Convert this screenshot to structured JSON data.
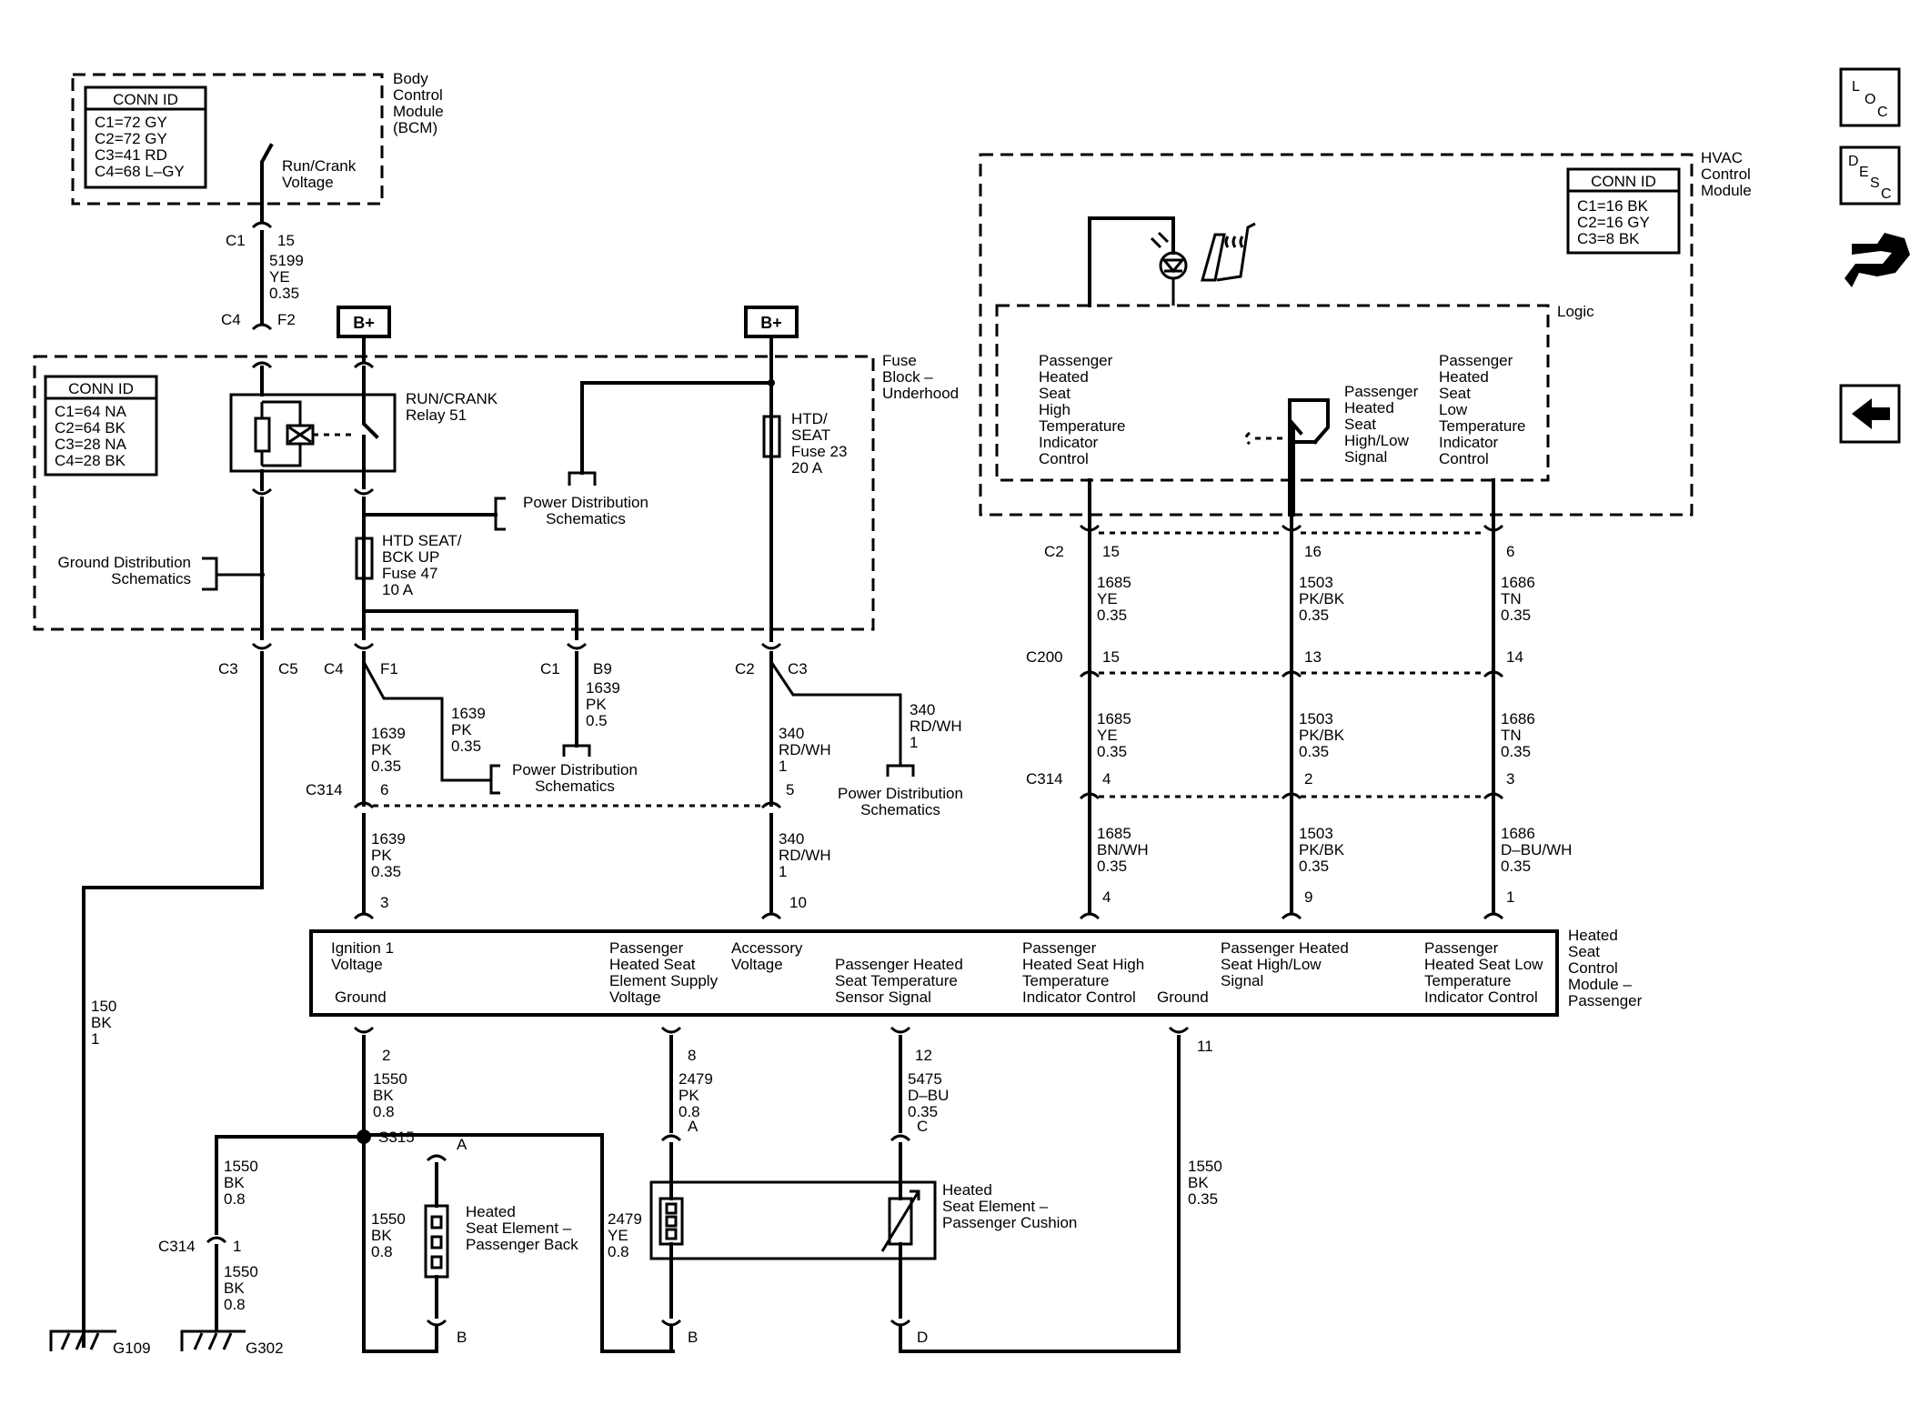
{
  "bcm": {
    "conn_title": "CONN ID",
    "conn": [
      "C1=72 GY",
      "C2=72 GY",
      "C3=41 RD",
      "C4=68 L–GY"
    ],
    "name": [
      "Body",
      "Control",
      "Module",
      "(BCM)"
    ],
    "switch_label": [
      "Run/Crank",
      "Voltage"
    ]
  },
  "bcm_wire": {
    "conn_top": "C1",
    "pin_top": "15",
    "circuit": [
      "5199",
      "YE",
      "0.35"
    ],
    "conn_bot": "C4",
    "pin_bot": "F2"
  },
  "battery_label": "B+",
  "fuse_block": {
    "name": [
      "Fuse",
      "Block –",
      "Underhood"
    ],
    "conn_title": "CONN ID",
    "conn": [
      "C1=64 NA",
      "C2=64 BK",
      "C3=28 NA",
      "C4=28 BK"
    ],
    "relay": [
      "RUN/CRANK",
      "Relay 51"
    ],
    "fuse47": [
      "HTD SEAT/",
      "BCK UP",
      "Fuse 47",
      "10 A"
    ],
    "fuse23": [
      "HTD/",
      "SEAT",
      "Fuse 23",
      "20 A"
    ],
    "pds_ref": [
      "Power Distribution",
      "Schematics"
    ],
    "gds_ref": [
      "Ground Distribution",
      "Schematics"
    ],
    "conn_labels": {
      "c3": "C3",
      "c5": "C5",
      "c4": "C4",
      "f1": "F1",
      "c1": "C1",
      "b9": "B9",
      "c2": "C2",
      "c3b": "C3"
    }
  },
  "wires_left": {
    "w1639a": [
      "1639",
      "PK",
      "0.35"
    ],
    "w1639b": [
      "1639",
      "PK",
      "0.35"
    ],
    "w1639c": [
      "1639",
      "PK",
      "0.5"
    ],
    "w1639d": [
      "1639",
      "PK",
      "0.35"
    ],
    "w340a": [
      "340",
      "RD/WH",
      "1"
    ],
    "w340b": [
      "340",
      "RD/WH",
      "1"
    ],
    "w340c": [
      "340",
      "RD/WH",
      "1"
    ],
    "w150": [
      "150",
      "BK",
      "1"
    ],
    "c314": "C314",
    "c314_p6": "6",
    "c314_p5": "5",
    "hs_p3": "3",
    "hs_p10": "10"
  },
  "hvac": {
    "name": [
      "HVAC",
      "Control",
      "Module"
    ],
    "conn_title": "CONN ID",
    "conn": [
      "C1=16 BK",
      "C2=16 GY",
      "C3=8 BK"
    ],
    "logic": "Logic",
    "high_label": [
      "Passenger",
      "Heated",
      "Seat",
      "High",
      "Temperature",
      "Indicator",
      "Control"
    ],
    "sw_label": [
      "Passenger",
      "Heated",
      "Seat",
      "High/Low",
      "Signal"
    ],
    "low_label": [
      "Passenger",
      "Heated",
      "Seat",
      "Low",
      "Temperature",
      "Indicator",
      "Control"
    ]
  },
  "wires_right": {
    "c2": "C2",
    "c200": "C200",
    "c314": "C314",
    "col1": {
      "p1": "15",
      "w1": [
        "1685",
        "YE",
        "0.35"
      ],
      "p2": "15",
      "w2": [
        "1685",
        "YE",
        "0.35"
      ],
      "p3": "4",
      "w3": [
        "1685",
        "BN/WH",
        "0.35"
      ],
      "p4": "4"
    },
    "col2": {
      "p1": "16",
      "w1": [
        "1503",
        "PK/BK",
        "0.35"
      ],
      "p2": "13",
      "w2": [
        "1503",
        "PK/BK",
        "0.35"
      ],
      "p3": "2",
      "w3": [
        "1503",
        "PK/BK",
        "0.35"
      ],
      "p4": "9"
    },
    "col3": {
      "p1": "6",
      "w1": [
        "1686",
        "TN",
        "0.35"
      ],
      "p2": "14",
      "w2": [
        "1686",
        "TN",
        "0.35"
      ],
      "p3": "3",
      "w3": [
        "1686",
        "D–BU/WH",
        "0.35"
      ],
      "p4": "1"
    }
  },
  "hscm": {
    "name": [
      "Heated",
      "Seat",
      "Control",
      "Module –",
      "Passenger"
    ],
    "ign": [
      "Ignition 1",
      "Voltage"
    ],
    "ground1": "Ground",
    "supply": [
      "Passenger",
      "Heated Seat",
      "Element Supply",
      "Voltage"
    ],
    "acc": [
      "Accessory",
      "Voltage"
    ],
    "sensor": [
      "Passenger Heated",
      "Seat Temperature",
      "Sensor Signal"
    ],
    "high": [
      "Passenger",
      "Heated Seat High",
      "Temperature",
      "Indicator Control"
    ],
    "ground2": "Ground",
    "hilo": [
      "Passenger Heated",
      "Seat High/Low",
      "Signal"
    ],
    "low": [
      "Passenger",
      "Heated Seat Low",
      "Temperature",
      "Indicator Control"
    ]
  },
  "bottom": {
    "p2": "2",
    "w1550a": [
      "1550",
      "BK",
      "0.8"
    ],
    "s315": "S315",
    "w1550b": [
      "1550",
      "BK",
      "0.8"
    ],
    "c314": "C314",
    "c314_p1": "1",
    "w1550c": [
      "1550",
      "BK",
      "0.8"
    ],
    "g109": "G109",
    "g302": "G302",
    "back_a": "A",
    "back_b": "B",
    "w1550d": [
      "1550",
      "BK",
      "0.8"
    ],
    "back_label": [
      "Heated",
      "Seat Element –",
      "Passenger Back"
    ],
    "p8": "8",
    "w2479a": [
      "2479",
      "PK",
      "0.8"
    ],
    "cush_a": "A",
    "w2479b": [
      "2479",
      "YE",
      "0.8"
    ],
    "cush_b": "B",
    "p12": "12",
    "w5475": [
      "5475",
      "D–BU",
      "0.35"
    ],
    "cush_c": "C",
    "cush_d": "D",
    "cush_label": [
      "Heated",
      "Seat Element –",
      "Passenger Cushion"
    ],
    "p11": "11",
    "w1550e": [
      "1550",
      "BK",
      "0.35"
    ]
  },
  "nav": {
    "loc": [
      "L",
      "O",
      "C"
    ],
    "desc": [
      "D",
      "E",
      "S",
      "C"
    ],
    "icons": [
      "loc-icon",
      "desc-icon",
      "connector-hand-icon",
      "back-arrow-icon"
    ]
  }
}
